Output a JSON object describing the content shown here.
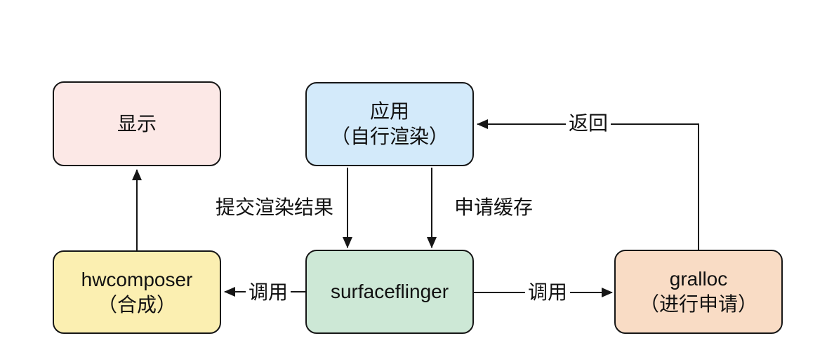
{
  "canvas": {
    "background": "#ffffff",
    "stroke_color": "#161616",
    "text_color": "#111111"
  },
  "nodes": {
    "display": {
      "label": "显示",
      "fill": "#fce8e6"
    },
    "app": {
      "line1": "应用",
      "line2": "（自行渲染）",
      "fill": "#d3eafa"
    },
    "hwcomposer": {
      "line1": "hwcomposer",
      "line2": "（合成）",
      "fill": "#fbefb1"
    },
    "surfaceflinger": {
      "label": "surfaceflinger",
      "fill": "#cde8d6"
    },
    "gralloc": {
      "line1": "gralloc",
      "line2": "（进行申请）",
      "fill": "#f9dcc5"
    }
  },
  "edges": [
    {
      "from": "hwcomposer",
      "to": "display",
      "label": ""
    },
    {
      "from": "app",
      "to": "surfaceflinger",
      "label": "提交渲染结果"
    },
    {
      "from": "app",
      "to": "surfaceflinger",
      "label": "申请缓存"
    },
    {
      "from": "surfaceflinger",
      "to": "hwcomposer",
      "label": "调用"
    },
    {
      "from": "surfaceflinger",
      "to": "gralloc",
      "label": "调用"
    },
    {
      "from": "gralloc",
      "to": "app",
      "label": "返回"
    }
  ]
}
